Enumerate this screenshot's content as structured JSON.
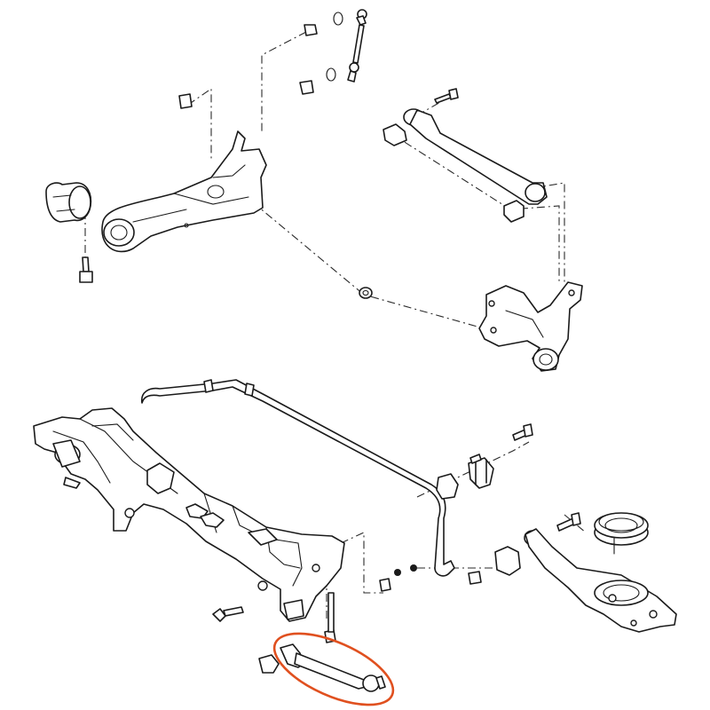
{
  "diagram": {
    "kind": "exploded parts diagram",
    "upper_assembly_parts": [
      "stabilizer-link",
      "upper-bushing-nut-set",
      "trailing-arm",
      "trailing-arm-bushing",
      "trailing-arm-bolt",
      "upper-control-arm",
      "knuckle-carrier",
      "washer"
    ],
    "lower_assembly_parts": [
      "subframe-crossmember",
      "stabilizer-bar",
      "stabilizer-bushing-bracket",
      "lower-control-arm-with-spring-seat",
      "spring-seat-insulator",
      "lateral-link",
      "mounting-bolts-and-nuts"
    ],
    "highlighted_part": "lateral-link",
    "highlight_color": "#e0501f",
    "line_color": "#1a1a1a"
  }
}
